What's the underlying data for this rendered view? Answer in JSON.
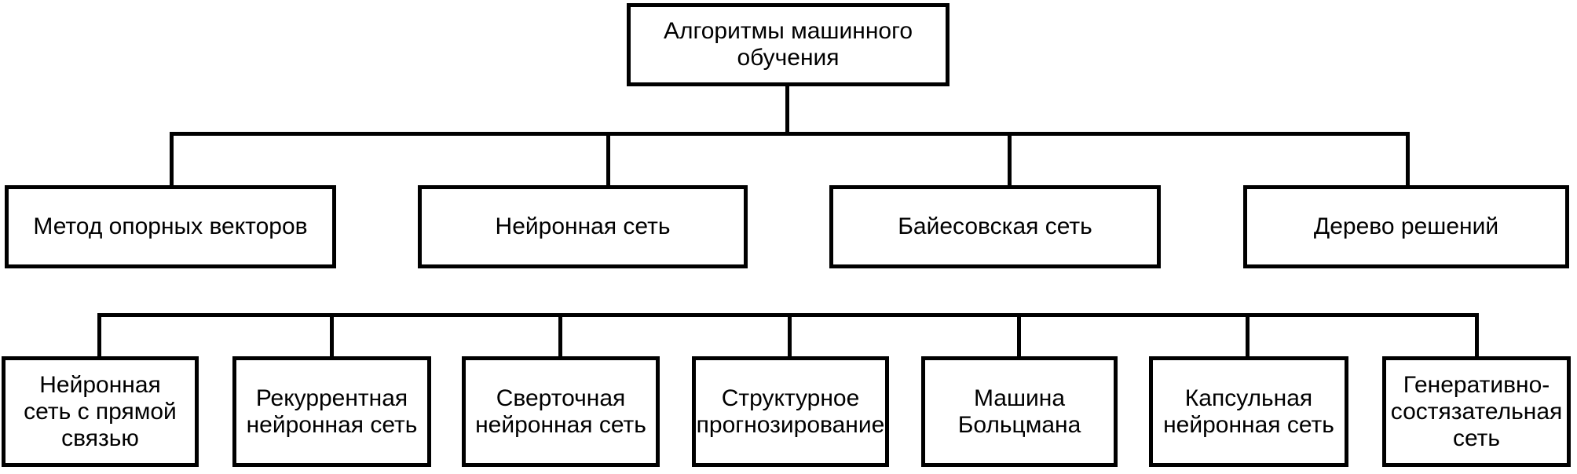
{
  "colors": {
    "background": "#ffffff",
    "line": "#000000",
    "box_fill": "#ffffff",
    "text": "#000000"
  },
  "tree": {
    "root": {
      "label": [
        "Алгоритмы машинного",
        "обучения"
      ]
    },
    "level2": [
      {
        "label": [
          "Метод опорных векторов"
        ]
      },
      {
        "label": [
          "Нейронная сеть"
        ]
      },
      {
        "label": [
          "Байесовская сеть"
        ]
      },
      {
        "label": [
          "Дерево решений"
        ]
      }
    ],
    "level3": [
      {
        "label": [
          "Нейронная",
          "сеть с прямой",
          "связью"
        ]
      },
      {
        "label": [
          "Рекуррентная",
          "нейронная сеть"
        ]
      },
      {
        "label": [
          "Сверточная",
          "нейронная сеть"
        ]
      },
      {
        "label": [
          "Структурное",
          "прогнозирование"
        ]
      },
      {
        "label": [
          "Машина",
          "Больцмана"
        ]
      },
      {
        "label": [
          "Капсульная",
          "нейронная сеть"
        ]
      },
      {
        "label": [
          "Генеративно-",
          "состязательная",
          "сеть"
        ]
      }
    ]
  }
}
